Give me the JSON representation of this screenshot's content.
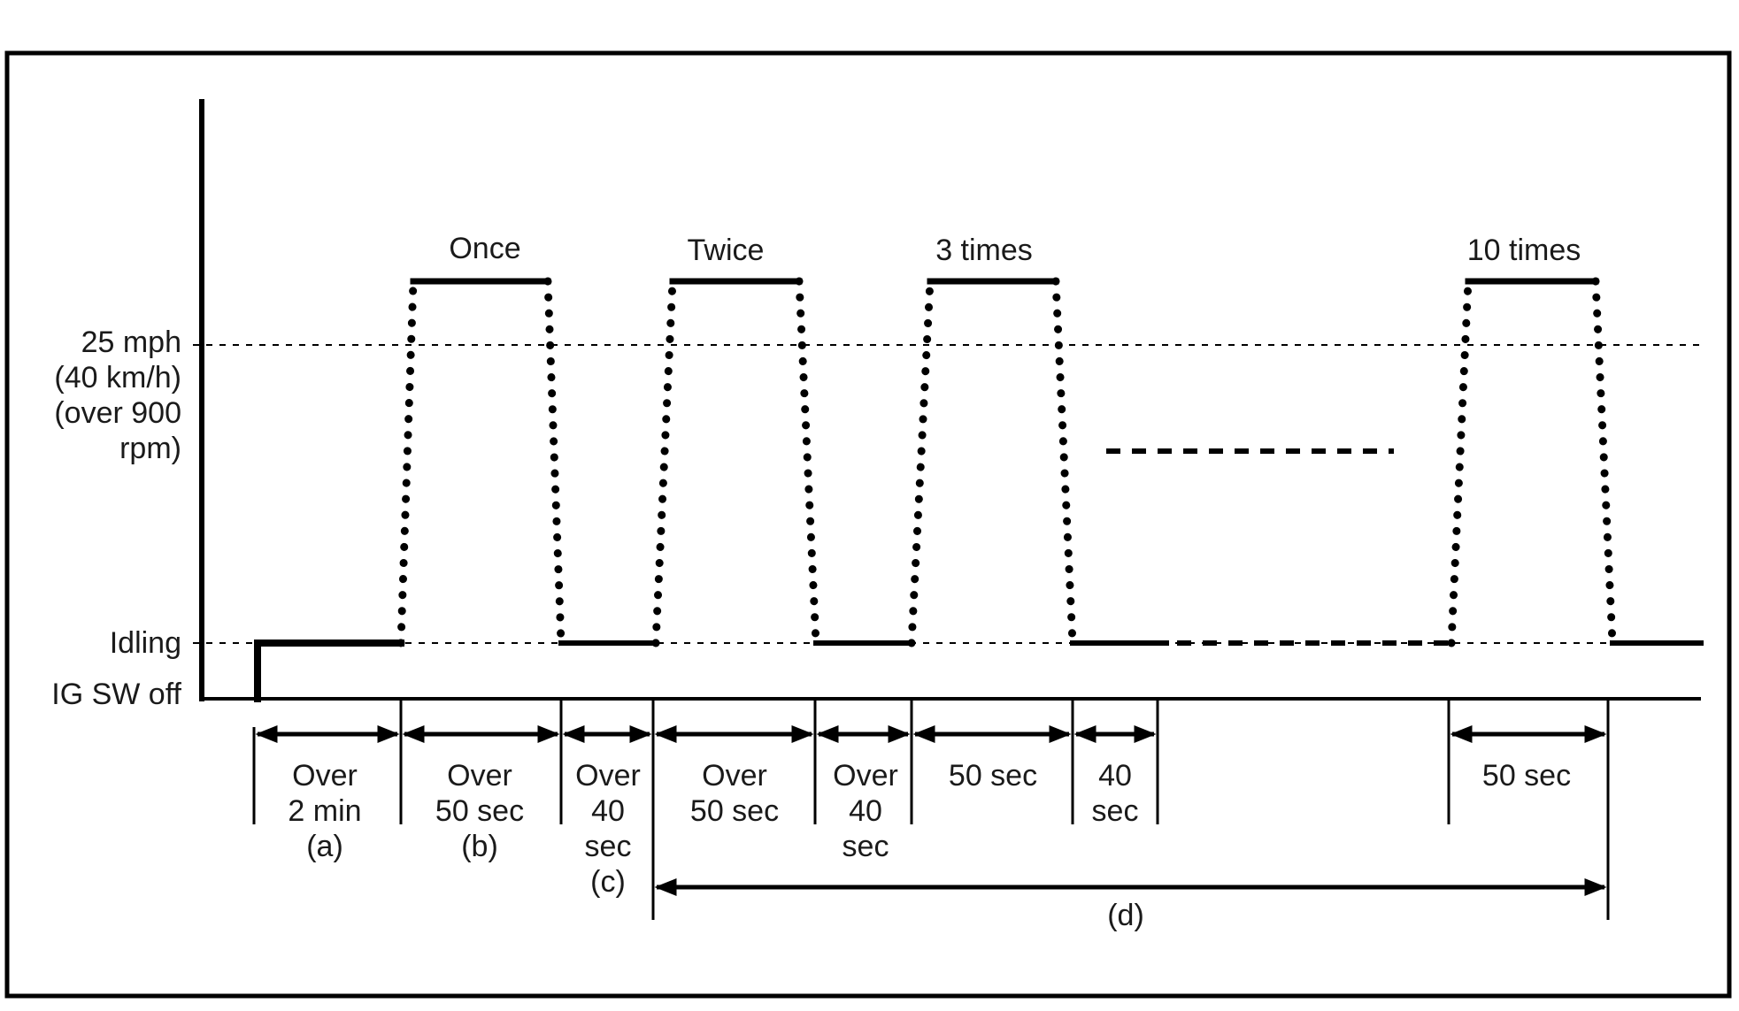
{
  "levels": {
    "speed": [
      "25 mph",
      "(40 km/h)",
      "(over 900",
      "rpm)"
    ],
    "idling": "Idling",
    "off": "IG SW off"
  },
  "cycles": {
    "once": "Once",
    "twice": "Twice",
    "three": "3 times",
    "ten": "10 times"
  },
  "intervals": {
    "a": [
      "Over",
      "2 min",
      "(a)"
    ],
    "b": [
      "Over",
      "50 sec",
      "(b)"
    ],
    "c": [
      "Over",
      "40",
      "sec",
      "(c)"
    ],
    "drive2": [
      "Over",
      "50 sec"
    ],
    "idle2": [
      "Over",
      "40",
      "sec"
    ],
    "drive3": [
      "50 sec"
    ],
    "idle3": [
      "40",
      "sec"
    ],
    "drive10": [
      "50 sec"
    ],
    "d": "(d)"
  }
}
